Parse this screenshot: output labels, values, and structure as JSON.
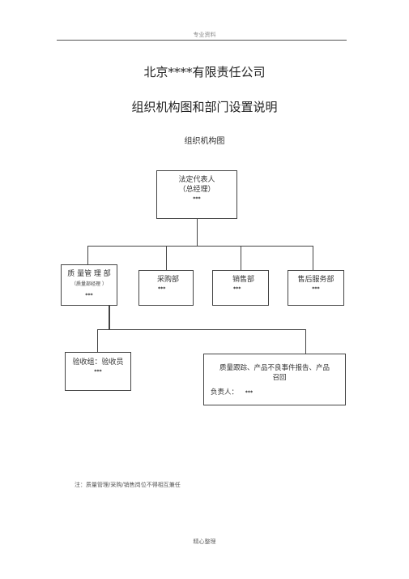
{
  "header": {
    "text": "专业资料"
  },
  "title": "北京****有限责任公司",
  "subtitle": "组织机构图和部门设置说明",
  "diagram_title": "组织机构图",
  "nodes": {
    "legal_rep": {
      "title": "法定代表人",
      "role": "（总经理）",
      "name": "***"
    },
    "quality": {
      "title": "质 量管 理 部",
      "role": "（质量部经理 ）",
      "name": "***"
    },
    "purchasing": {
      "title": "采购部",
      "name": "***"
    },
    "sales": {
      "title": "销售部",
      "name": "***"
    },
    "aftersales": {
      "title": "售后服务部",
      "name": "***"
    },
    "inspection": {
      "title": "验收组：验收员",
      "name": "***"
    },
    "tracking": {
      "line1": "质量跟踪、产品不良事件报告、产品",
      "line2": "召回",
      "owner_label": "负责人：",
      "owner_name": "***"
    }
  },
  "note": "注：质量管理/采购/销售岗位不得相互兼任",
  "footer": {
    "text": "精心整理"
  }
}
